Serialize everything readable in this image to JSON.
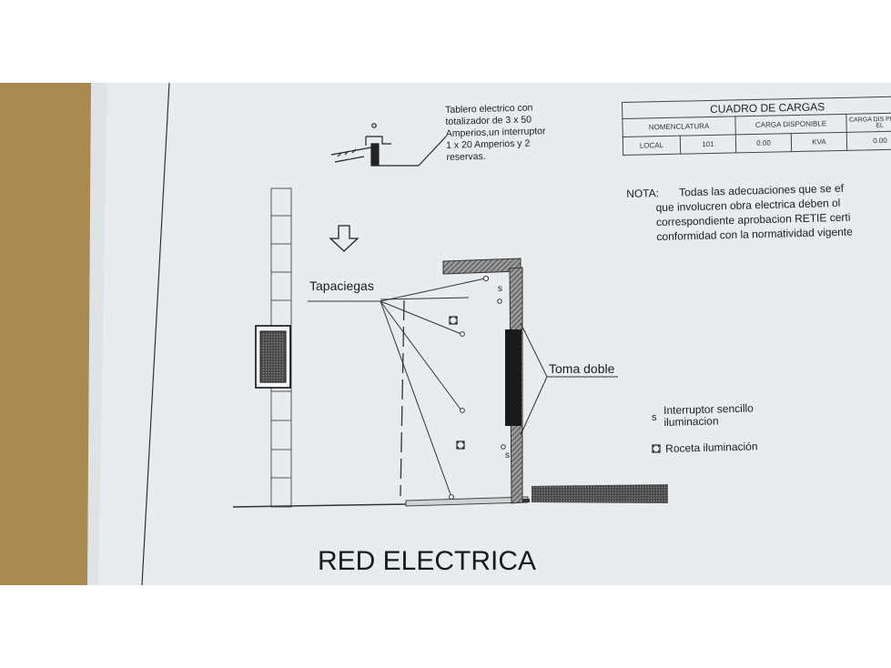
{
  "drawing": {
    "title": "RED ELECTRICA",
    "panel_note": [
      "Tablero electrico con",
      "totalizador de 3 x 50",
      "Amperios,un interruptor",
      "1 x 20 Amperios y 2",
      "reservas."
    ],
    "label_tapaciegas": "Tapaciegas",
    "label_toma_doble": "Toma doble",
    "switch_symbol": "s"
  },
  "load_table": {
    "title": "CUADRO DE CARGAS",
    "headers": [
      "NOMENCLATURA",
      "CARGA DISPONIBLE",
      "CARGA DIS PLANTA EL"
    ],
    "row": [
      "LOCAL",
      "101",
      "0.00",
      "KVA",
      "0.00"
    ]
  },
  "note": {
    "label": "NOTA:",
    "lines": [
      "Todas las adecuaciones que se ef",
      "que involucren obra electrica deben ol",
      "correspondiente aprobacion RETIE certi",
      "conformidad con la normatividad vigente"
    ]
  },
  "legend": {
    "switch_label_1": "Interruptor sencillo",
    "switch_label_2": "iluminacion",
    "rosette_label": "Roceta iluminación"
  },
  "colors": {
    "paper": "#e8ecee",
    "cardboard": "#a88a52",
    "ink": "#1c1c1c",
    "hatch": "#6e6e6e"
  }
}
